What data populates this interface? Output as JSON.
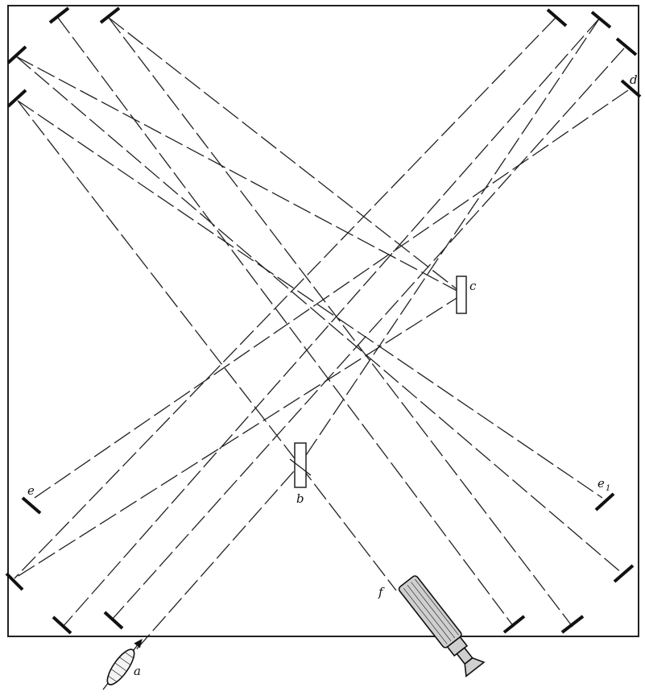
{
  "labels": {
    "source_lens": "a",
    "plate_b": "b",
    "plate_c": "c",
    "mirror_d": "d",
    "mirror_e": "e",
    "mirror_e1": "e",
    "mirror_e1_sub": "1",
    "telescope": "f"
  },
  "icons": {
    "lens": "lens-icon",
    "telescope": "telescope-icon",
    "mirror": "mirror-icon"
  },
  "colors": {
    "ink": "#111111",
    "background": "#ffffff"
  }
}
